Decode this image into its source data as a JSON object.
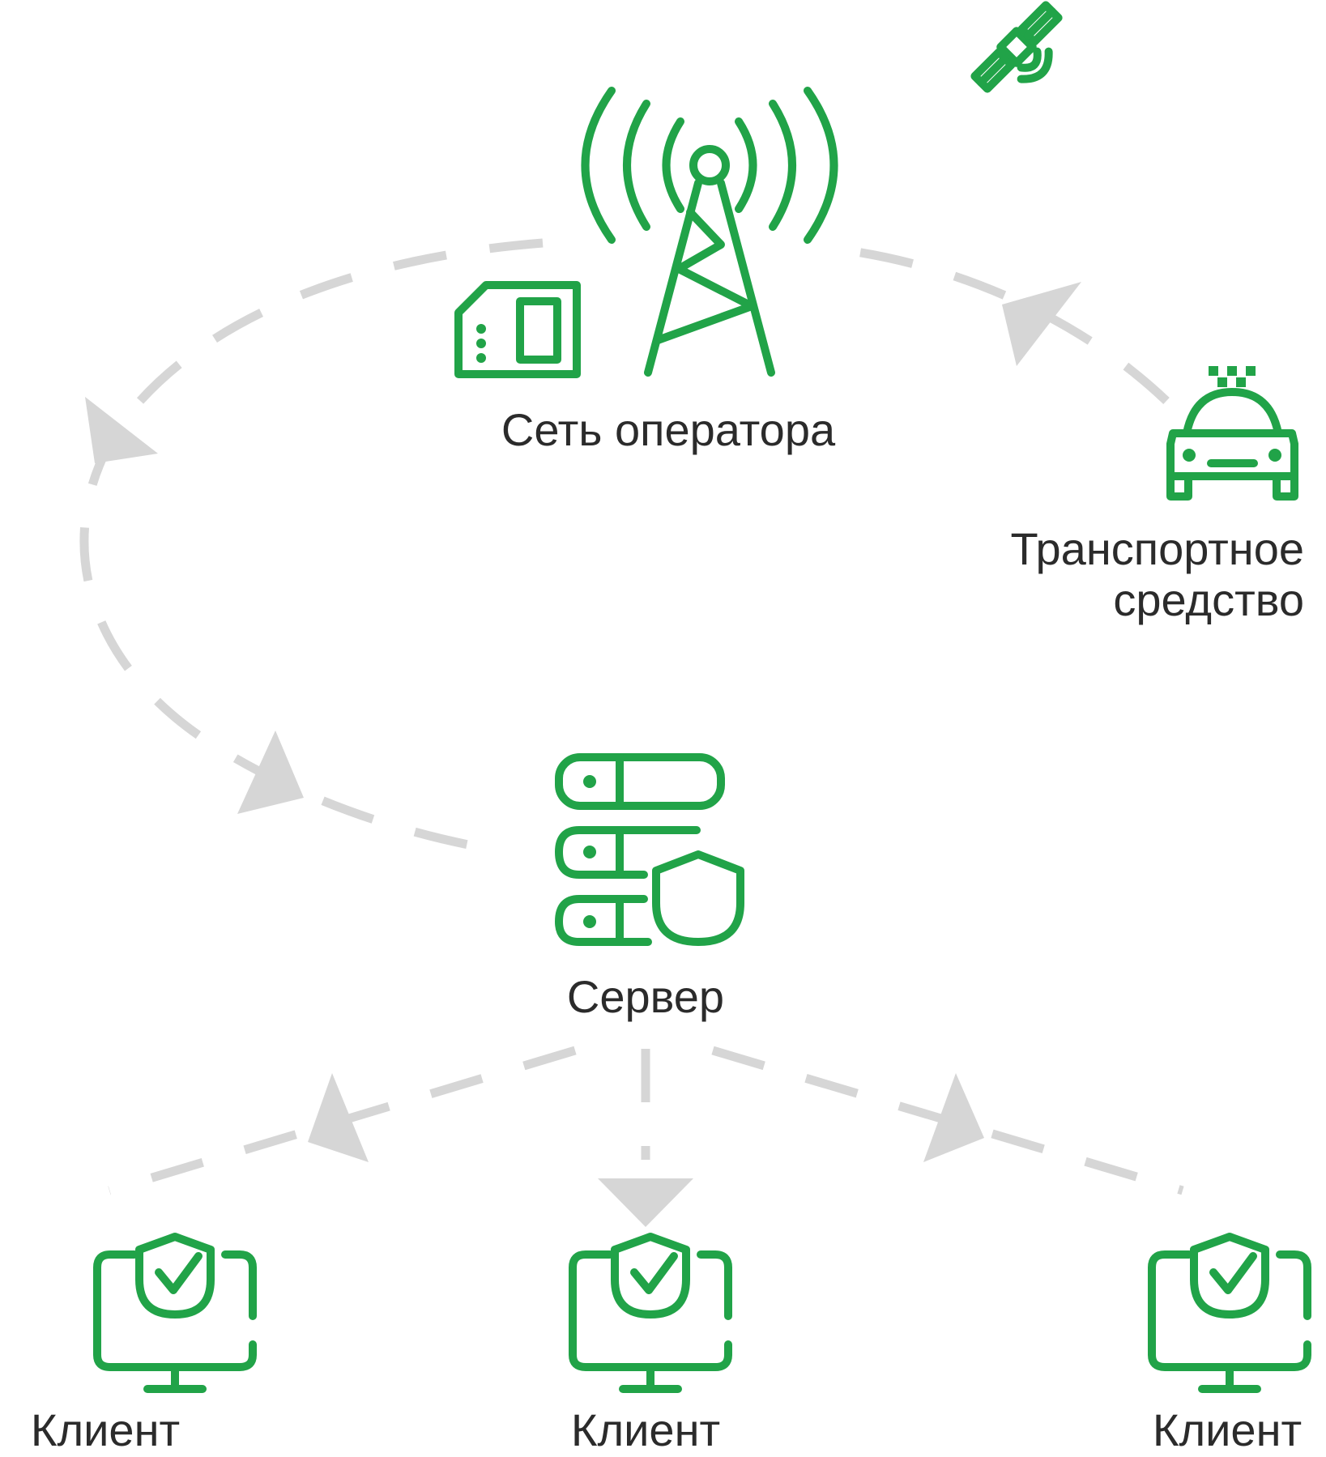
{
  "diagram": {
    "nodes": {
      "operator_network": {
        "label": "Сеть оператора",
        "icon": "cell-tower-icon",
        "secondary_icon": "sim-card-icon"
      },
      "vehicle": {
        "label_line1": "Транспортное",
        "label_line2": "средство",
        "icon": "taxi-icon"
      },
      "satellite": {
        "icon": "satellite-icon"
      },
      "server": {
        "label": "Сервер",
        "icon": "server-shield-icon"
      },
      "clients": [
        {
          "label": "Клиент",
          "icon": "monitor-shield-icon"
        },
        {
          "label": "Клиент",
          "icon": "monitor-shield-icon"
        },
        {
          "label": "Клиент",
          "icon": "monitor-shield-icon"
        }
      ]
    },
    "connections": [
      {
        "from": "vehicle",
        "to": "operator_network",
        "style": "dashed"
      },
      {
        "from": "operator_network",
        "to": "server",
        "style": "dashed"
      },
      {
        "from": "server",
        "to": "clients.0",
        "style": "dashed"
      },
      {
        "from": "server",
        "to": "clients.1",
        "style": "dashed"
      },
      {
        "from": "server",
        "to": "clients.2",
        "style": "dashed"
      }
    ],
    "colors": {
      "icon": "#21a348",
      "connector": "#d6d6d6",
      "text": "#2b2b2b"
    }
  }
}
